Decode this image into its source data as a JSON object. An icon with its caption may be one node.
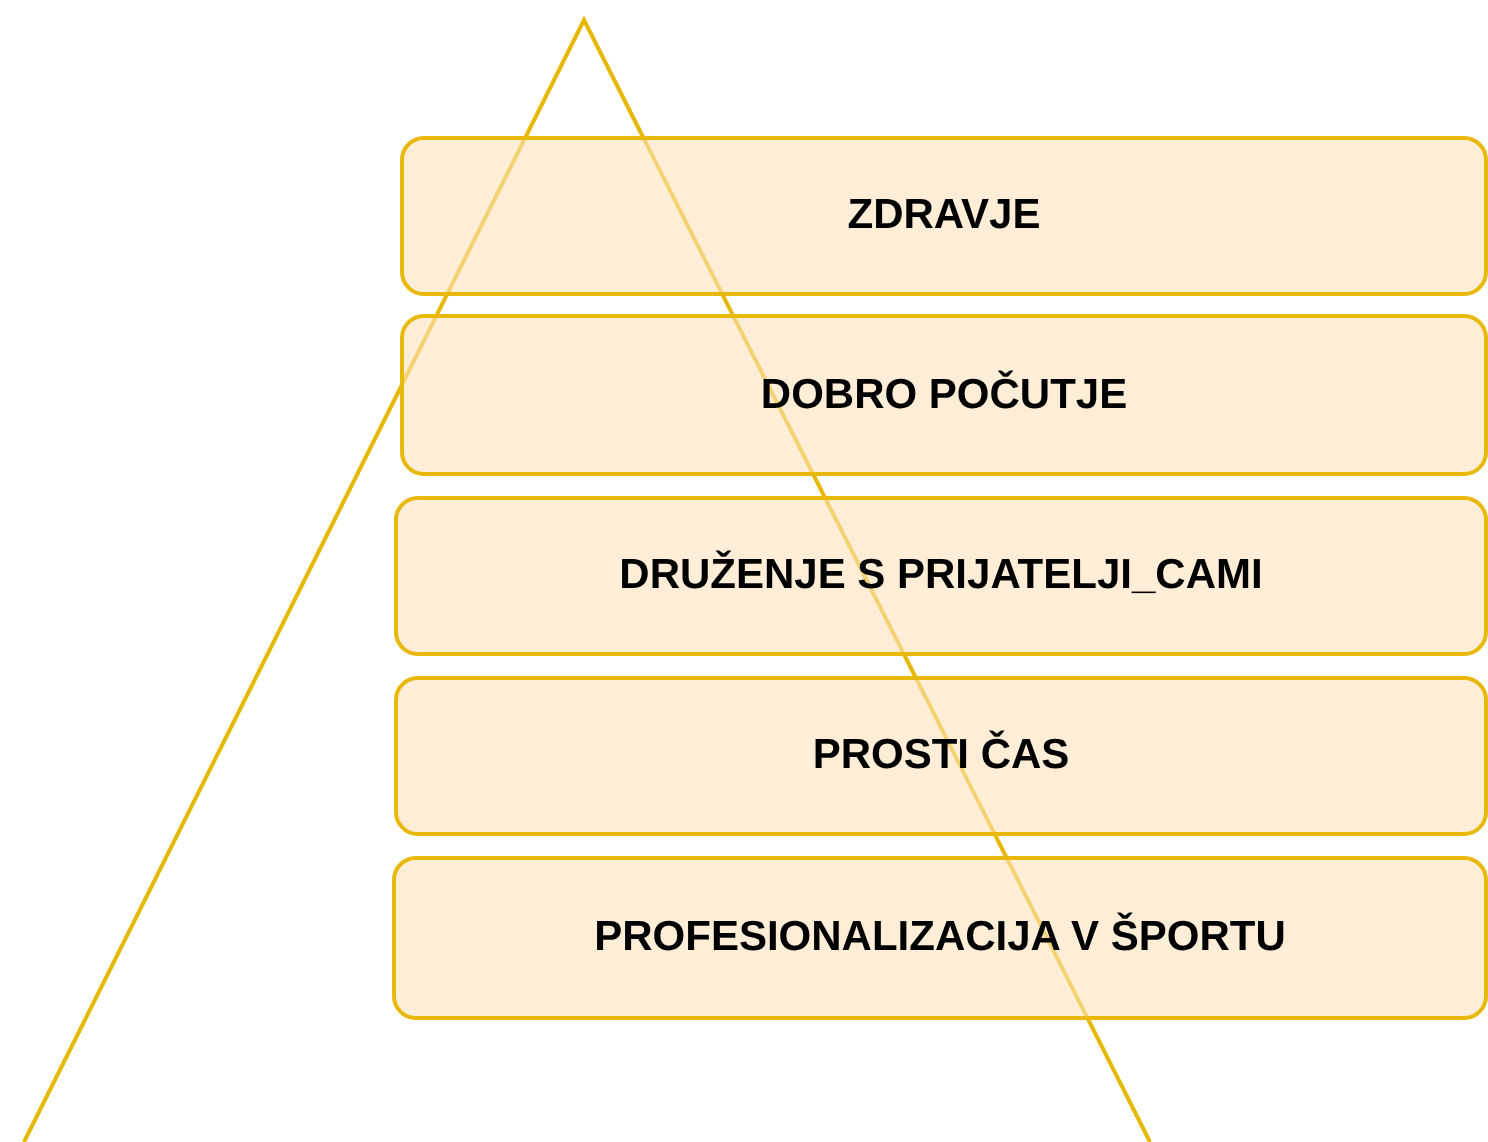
{
  "diagram": {
    "nodes": [
      {
        "text": [
          "ZDRAVJE"
        ]
      },
      {
        "text": [
          "DOBRO POČUTJE"
        ]
      },
      {
        "text": [
          "DRUŽENJE S PRIJATELJI_CAMI"
        ]
      },
      {
        "text": [
          "PROSTI ČAS"
        ]
      },
      {
        "text": [
          "PROFESIONALIZACIJA V ŠPORTU"
        ]
      }
    ]
  }
}
